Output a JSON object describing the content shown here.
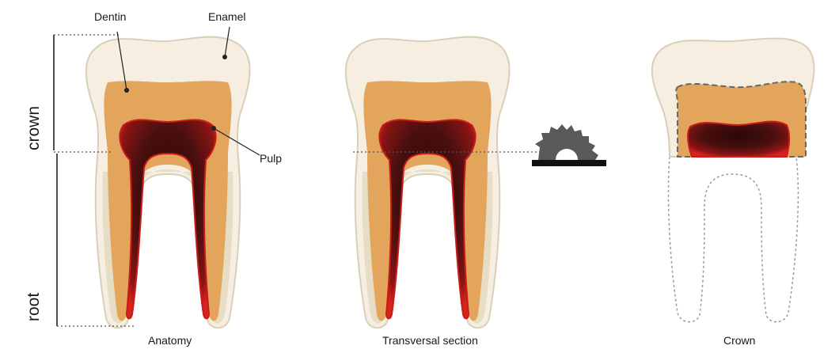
{
  "labels": {
    "dentin": "Dentin",
    "enamel": "Enamel",
    "pulp": "Pulp",
    "crown_axis": "crown",
    "root_axis": "root"
  },
  "captions": {
    "anatomy": "Anatomy",
    "section": "Transversal section",
    "crown": "Crown"
  },
  "icons": [
    "saw-blade-icon"
  ],
  "colors": {
    "enamel": "#f6efe1",
    "enamel_outline": "#d8cfb8",
    "root_cementum": "#e7dcc4",
    "dentin": "#e3a45b",
    "pulp_dark": "#3a0d0d",
    "pulp_edge": "#d0201c",
    "guide_line": "#333333",
    "saw": "#555555"
  }
}
